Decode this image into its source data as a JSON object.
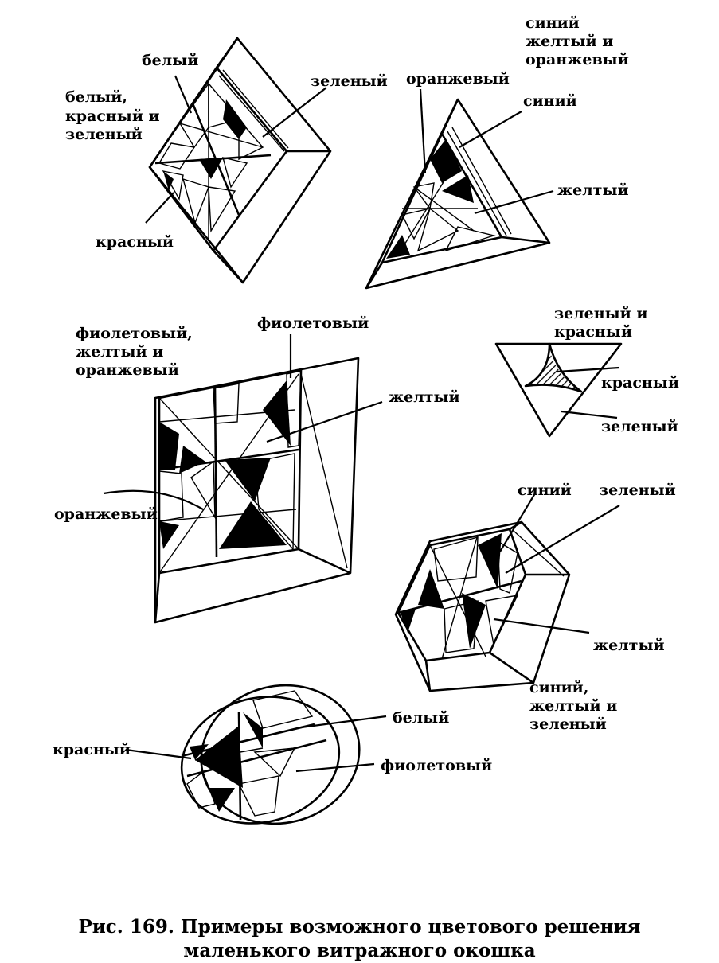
{
  "labels": {
    "rhombus_white": "белый",
    "rhombus_group_l1": "белый,",
    "rhombus_group_l2": "красный и",
    "rhombus_group_l3": "зеленый",
    "rhombus_green": "зеленый",
    "rhombus_red": "красный",
    "tri_group_l1": "синий",
    "tri_group_l2": "желтый и",
    "tri_group_l3": "оранжевый",
    "tri_orange": "оранжевый",
    "tri_blue": "синий",
    "tri_yellow": "желтый",
    "sq_group_l1": "фиолетовый,",
    "sq_group_l2": "желтый и",
    "sq_group_l3": "оранжевый",
    "sq_violet": "фиолетовый",
    "sq_yellow": "желтый",
    "sq_orange": "оранжевый",
    "stri_group_l1": "зеленый и",
    "stri_group_l2": "красный",
    "stri_red": "красный",
    "stri_green": "зеленый",
    "hex_blue": "синий",
    "hex_green": "зеленый",
    "hex_yellow": "желтый",
    "hex_group_l1": "синий,",
    "hex_group_l2": "желтый и",
    "hex_group_l3": "зеленый",
    "oval_white": "белый",
    "oval_red": "красный",
    "oval_violet": "фиолетовый"
  },
  "caption": {
    "line1": "Рис. 169. Примеры возможного цветового решения",
    "line2": "маленького витражного окошка"
  }
}
